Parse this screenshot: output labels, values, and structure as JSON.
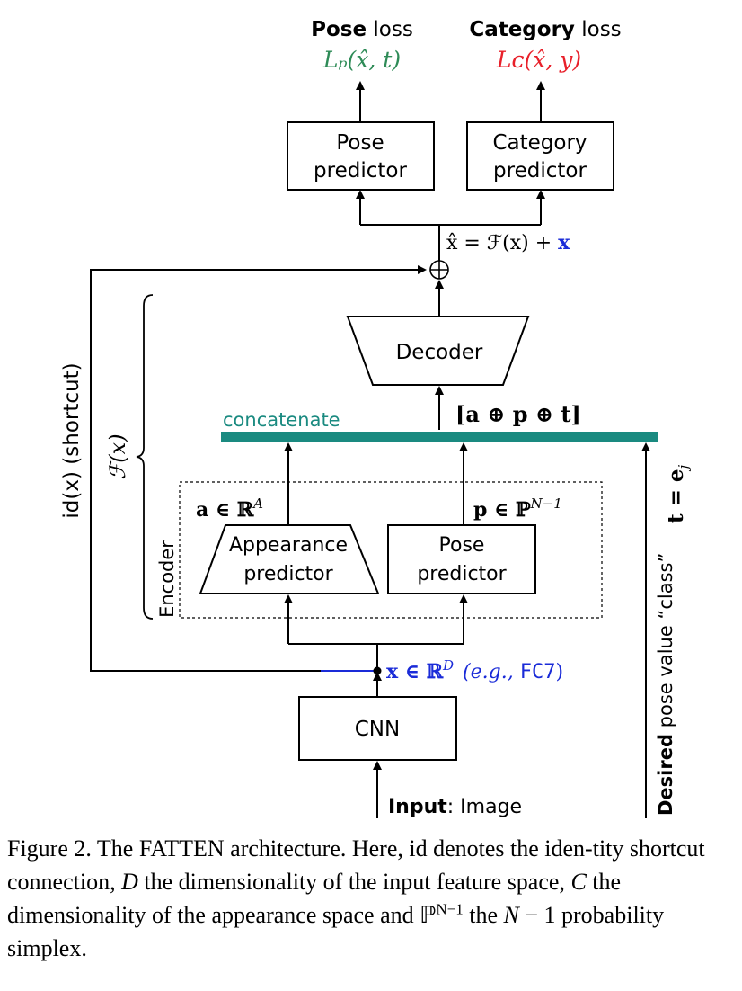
{
  "losses": {
    "pose_bold": "Pose",
    "pose_rest": "loss",
    "pose_formula": "Lₚ(x̂, t)",
    "category_bold": "Category",
    "category_rest": "loss",
    "category_formula": "Lᴄ(x̂, y)"
  },
  "boxes": {
    "pose_predictor_top": [
      "Pose",
      "predictor"
    ],
    "category_predictor": [
      "Category",
      "predictor"
    ],
    "decoder": "Decoder",
    "appearance_predictor": [
      "Appearance",
      "predictor"
    ],
    "pose_predictor_bottom": [
      "Pose",
      "predictor"
    ],
    "cnn": "CNN"
  },
  "labels": {
    "xhat_eq": "x̂ = ℱ(x) + ",
    "xhat_x": "x",
    "concatenate": "concatenate",
    "concat_vec": "[a ⊕ p ⊕ t]",
    "a_in": "a ∈ ℝ",
    "a_sup": "A",
    "p_in": "p ∈ ℙ",
    "p_sup": "N−1",
    "x_in": "x ∈ ℝ",
    "x_sup": "D",
    "x_eg": "(e.g., ",
    "x_fc7": "FC7",
    "x_close": ")",
    "f_x": "ℱ(x)",
    "encoder": "Encoder",
    "shortcut": "id(x) (shortcut)",
    "input_bold": "Input",
    "input_rest": ": Image",
    "desired_bold": "Desired",
    "desired_rest": " pose value  “class”",
    "t_eq": "t = e",
    "t_sub": "j",
    "oplus": "⊕"
  },
  "caption": {
    "fig": "Figure 2. The FATTEN architecture. Here, id denotes the iden-tity shortcut connection, ",
    "d": "D",
    "mid1": " the dimensionality of the input feature space, ",
    "c": "C",
    "mid2": " the dimensionality of the appearance space and ℙ",
    "sup": "N−1",
    "mid3": " the ",
    "n": "N",
    "end": " − 1 probability simplex."
  },
  "colors": {
    "pose_loss": "#2e8b57",
    "category_loss": "#e8202a",
    "concat_bar": "#1a8a80",
    "blue": "#1a2bd8",
    "line": "#000000"
  }
}
